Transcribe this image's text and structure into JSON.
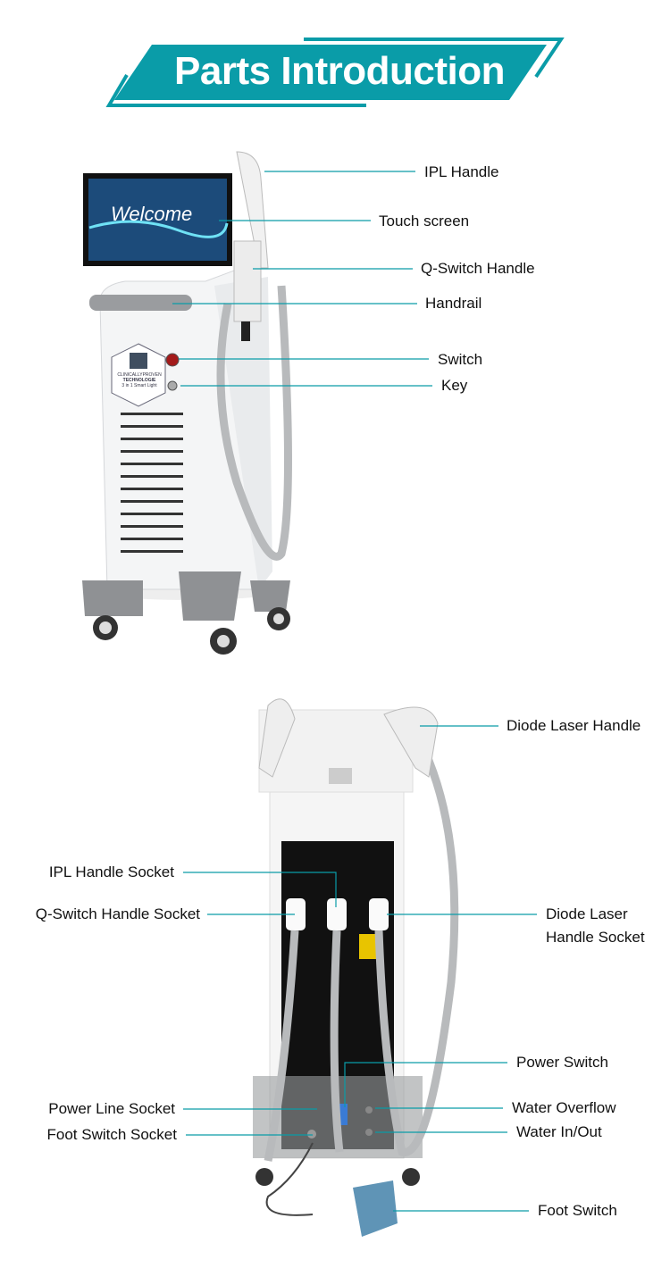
{
  "header": {
    "title": "Parts Introduction",
    "color": "#0a9ca8"
  },
  "front_view": {
    "screen_text": "Welcome",
    "badge": [
      "CLINICALLYPROVEN",
      "TECHNOLOGIE",
      "3 in 1 Smart Light"
    ],
    "labels": [
      "IPL Handle",
      "Touch screen",
      "Q-Switch Handle",
      "Handrail",
      "Switch",
      "Key"
    ]
  },
  "back_view": {
    "labels_right": [
      "Diode Laser Handle",
      "Diode Laser",
      "Handle Socket",
      "Power Switch",
      "Water Overflow",
      "Water In/Out",
      "Foot Switch"
    ],
    "labels_left": [
      "IPL Handle Socket",
      "Q-Switch Handle Socket",
      "Power Line Socket",
      "Foot Switch Socket"
    ]
  }
}
